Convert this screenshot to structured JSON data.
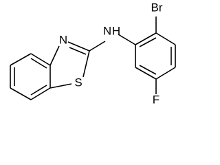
{
  "structure": {
    "atom_labels": {
      "n_ring": "N",
      "s_ring": "S",
      "nh": "N",
      "nh_h": "H",
      "br": "Br",
      "f": "F"
    },
    "colors": {
      "bond": "#000000",
      "label": "#000000",
      "background": "#ffffff"
    }
  }
}
